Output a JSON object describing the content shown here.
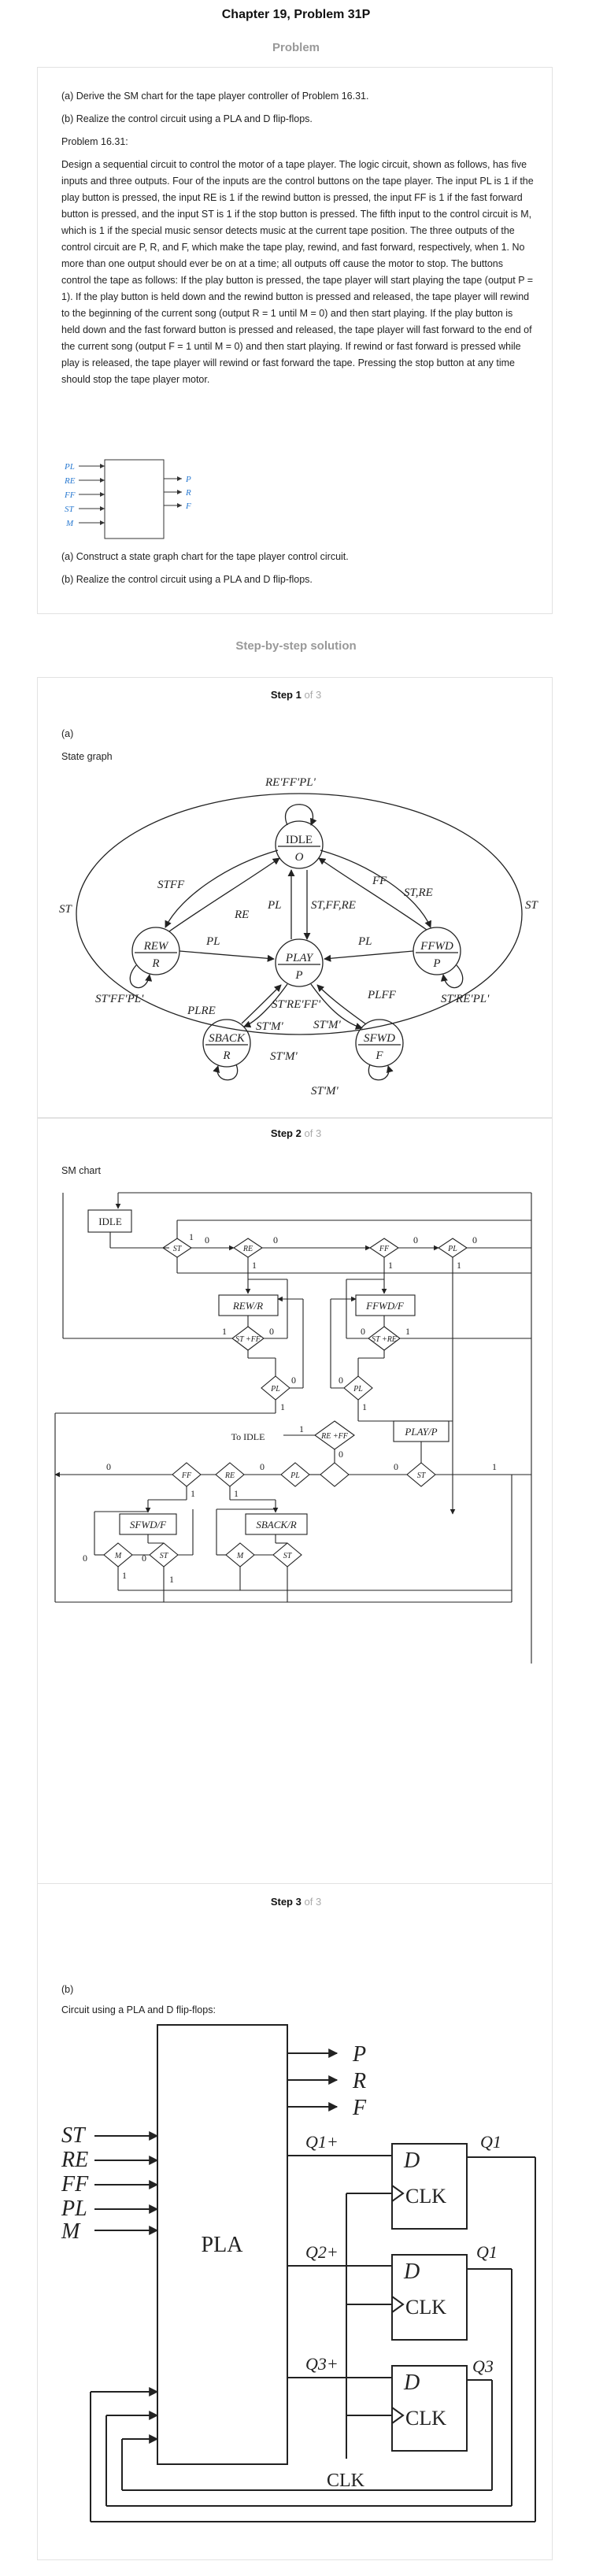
{
  "header": {
    "title": "Chapter 19, Problem 31P",
    "problem_label": "Problem"
  },
  "problem": {
    "line_a": "(a) Derive the SM chart for the tape player controller of Problem 16.31.",
    "line_b": "(b) Realize the control circuit using a PLA and D flip-flops.",
    "ref": "Problem 16.31:",
    "paragraph": "Design a sequential circuit to control the motor of a tape player. The logic circuit, shown as follows, has five inputs and three outputs. Four of the inputs are the control buttons on the tape player. The input PL is 1 if the play button is pressed, the input RE is 1 if the rewind button is pressed, the input FF is 1 if the fast forward button is pressed, and the input ST is 1 if the stop button is pressed. The fifth input to the control circuit is M, which is 1 if the special music sensor detects music at the current tape position. The three outputs of the control circuit are P, R, and F, which make the tape play, rewind, and fast forward, respectively, when 1. No more than one output should ever be on at a time; all outputs off cause the motor to stop. The buttons control the tape as follows: If the play button is pressed, the tape player will start playing the tape (output P = 1). If the play button is held down and the rewind button is pressed and released, the tape player will rewind to the beginning of the current song (output R = 1 until M = 0) and then start playing. If the play button is held down and the fast forward button is pressed and released, the tape player will fast forward to the end of the current song (output F = 1 until M = 0) and then start playing. If rewind or fast forward is pressed while play is released, the tape player will rewind or fast forward the tape. Pressing the stop button at any time should stop the tape player motor.",
    "block_inputs": [
      "PL",
      "RE",
      "FF",
      "ST",
      "M"
    ],
    "block_outputs": [
      "P",
      "R",
      "F"
    ],
    "sub_a": "(a) Construct a state graph chart for the tape player control circuit.",
    "sub_b": "(b) Realize the control circuit using a PLA and D flip-flops."
  },
  "solution": {
    "title": "Step-by-step solution",
    "step_word": "Step",
    "of_word": "of 3",
    "steps": [
      {
        "num": "1",
        "label_a": "(a)",
        "label_b": "State graph"
      },
      {
        "num": "2",
        "label": "SM chart"
      },
      {
        "num": "3",
        "label_a": "(b)",
        "label_b": "Circuit using a PLA and D flip-flops:"
      }
    ]
  },
  "state_graph": {
    "states": [
      {
        "name": "IDLE",
        "out": "O"
      },
      {
        "name": "REW",
        "out": "R"
      },
      {
        "name": "PLAY",
        "out": "P"
      },
      {
        "name": "FFWD",
        "out": "P"
      },
      {
        "name": "SBACK",
        "out": "R"
      },
      {
        "name": "SFWD",
        "out": "F"
      }
    ],
    "labels": [
      "RE'FF'PL'",
      "STFF",
      "RE",
      "PL",
      "ST,FF,RE",
      "FF",
      "ST,RE",
      "ST",
      "ST",
      "PL",
      "PL",
      "ST'FF'PL'",
      "ST'RE'PL'",
      "PLRE",
      "ST'RE'FF'",
      "PLFF",
      "ST'M'",
      "ST'M'",
      "ST'M'",
      "ST'M'"
    ]
  },
  "sm_chart": {
    "boxes": [
      "IDLE",
      "REW/R",
      "FFWD/F",
      "PLAY/P",
      "SFWD/F",
      "SBACK/R"
    ],
    "decisions": [
      "ST",
      "RE",
      "FF",
      "PL",
      "ST +FF",
      "ST +RE",
      "PL",
      "PL",
      "RE +FF",
      "PL",
      "ST",
      "FF",
      "RE",
      "M",
      "ST",
      "M",
      "ST"
    ],
    "bits": [
      "0",
      "1"
    ],
    "to_idle": "To IDLE"
  },
  "circuit": {
    "pla": "PLA",
    "inputs": [
      "ST",
      "RE",
      "FF",
      "PL",
      "M"
    ],
    "outputs": [
      "P",
      "R",
      "F"
    ],
    "d": "D",
    "clk": "CLK",
    "q_out": [
      "Q1+",
      "Q2+",
      "Q3+"
    ],
    "q": [
      "Q1",
      "Q1",
      "Q3"
    ],
    "clk_label": "CLK"
  }
}
